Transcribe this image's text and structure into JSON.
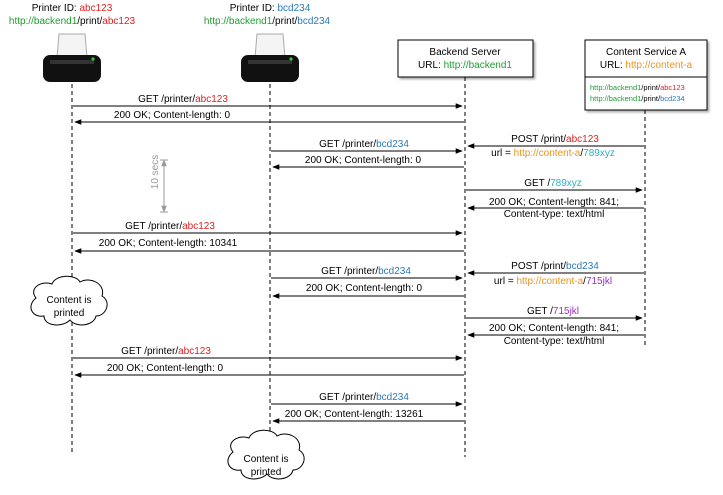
{
  "printer1": {
    "id_label": "Printer ID: ",
    "id_value": "abc123",
    "url_host": "http://backend1",
    "url_path": "/print/",
    "url_id": "abc123"
  },
  "printer2": {
    "id_label": "Printer ID: ",
    "id_value": "bcd234",
    "url_host": "http://backend1",
    "url_path": "/print/",
    "url_id": "bcd234"
  },
  "backend": {
    "title": "Backend Server",
    "url_label": "URL: ",
    "url_value": "http://backend1"
  },
  "content_service": {
    "title": "Content Service A",
    "url_label": "URL: ",
    "url_value": "http://content-a",
    "registry": [
      {
        "host": "http://backend1",
        "path": "/print/",
        "id": "abc123"
      },
      {
        "host": "http://backend1",
        "path": "/print/",
        "id": "bcd234"
      }
    ]
  },
  "interval_label": "10 secs",
  "cloud_text": [
    "Content is",
    "printed"
  ],
  "messages": {
    "m1": {
      "prefix": "GET /printer/",
      "id": "abc123"
    },
    "m2": {
      "text": "200 OK; Content-length: 0"
    },
    "m3": {
      "prefix": "POST /print/",
      "id": "abc123"
    },
    "m3b": {
      "prefix": "url = ",
      "host": "http://content-a",
      "sep": "/",
      "id": "789xyz"
    },
    "m4": {
      "prefix": "GET /printer/",
      "id": "bcd234"
    },
    "m5": {
      "text": "200 OK; Content-length: 0"
    },
    "m6": {
      "prefix": "GET /",
      "id": "789xyz"
    },
    "m7": {
      "line1": "200 OK; Content-length: 841;",
      "line2": "Content-type: text/html"
    },
    "m8": {
      "prefix": "GET /printer/",
      "id": "abc123"
    },
    "m9": {
      "text": "200 OK; Content-length: 10341"
    },
    "m10": {
      "prefix": "GET /printer/",
      "id": "bcd234"
    },
    "m11": {
      "prefix": "POST /print/",
      "id": "bcd234"
    },
    "m11b": {
      "prefix": "url = ",
      "host": "http://content-a",
      "sep": "/",
      "id": "715jkl"
    },
    "m12": {
      "text": "200 OK; Content-length: 0"
    },
    "m13": {
      "prefix": "GET /",
      "id": "715jkl"
    },
    "m14": {
      "line1": "200 OK; Content-length: 841;",
      "line2": "Content-type: text/html"
    },
    "m15": {
      "prefix": "GET /printer/",
      "id": "abc123"
    },
    "m16": {
      "text": "200 OK; Content-length: 0"
    },
    "m17": {
      "prefix": "GET /printer/",
      "id": "bcd234"
    },
    "m18": {
      "text": "200 OK; Content-length: 13261"
    }
  },
  "colors": {
    "printer_id_p1": "#e02020",
    "printer_id_p2": "#2a7ab8",
    "url_host": "#1e9e2e",
    "content_url": "#e89520",
    "job_id_1": "#2ab0c8",
    "job_id_2": "#9b30c0"
  }
}
